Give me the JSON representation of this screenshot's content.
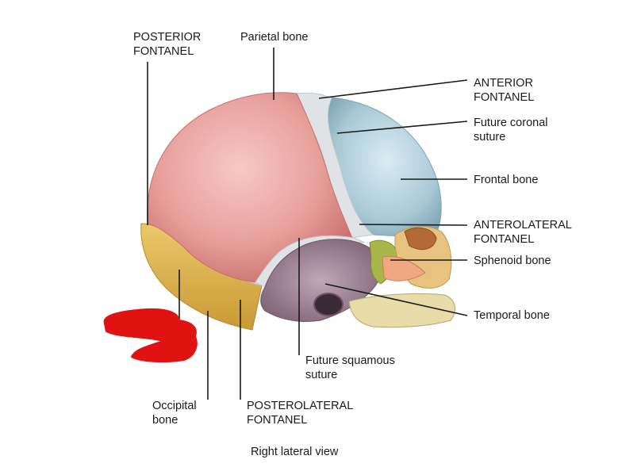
{
  "labels": {
    "posterior_fontanel": [
      "POSTERIOR",
      "FONTANEL"
    ],
    "parietal_bone": "Parietal bone",
    "anterior_fontanel": [
      "ANTERIOR",
      "FONTANEL"
    ],
    "future_coronal_suture": [
      "Future coronal",
      "suture"
    ],
    "frontal_bone": "Frontal bone",
    "anterolateral_fontanel": [
      "ANTEROLATERAL",
      "FONTANEL"
    ],
    "sphenoid_bone": "Sphenoid bone",
    "temporal_bone": "Temporal bone",
    "future_squamous_suture": [
      "Future squamous",
      "suture"
    ],
    "occipital_bone": [
      "Occipital",
      "bone"
    ],
    "posterolateral_fontanel": [
      "POSTEROLATERAL",
      "FONTANEL"
    ]
  },
  "caption": "Right lateral view",
  "colors": {
    "parietal": "#e79a97",
    "frontal": "#a9c9d6",
    "occipital": "#dfb24a",
    "temporal": "#9a7e91",
    "sphenoid": "#a8b64a",
    "zygomatic": "#e6c98a",
    "maxilla": "#e8d7a2",
    "fontanel": "#dfe3e6",
    "leader_line": "#1a1a1a",
    "redaction": "#e01212"
  }
}
